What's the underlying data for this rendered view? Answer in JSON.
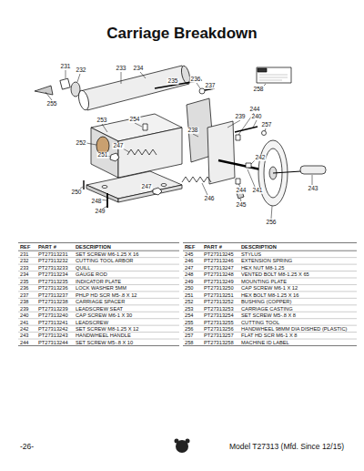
{
  "diagram": {
    "title": "Carriage Breakdown",
    "labels": [
      "231",
      "232",
      "233",
      "234",
      "235",
      "236",
      "237",
      "258",
      "255",
      "244",
      "239",
      "240",
      "257",
      "253",
      "254",
      "238",
      "252",
      "247",
      "251",
      "242",
      "243",
      "250",
      "247",
      "248",
      "246",
      "244",
      "241",
      "249",
      "245",
      "256",
      "REF",
      "PART #",
      "DESCRIPTION",
      "REF",
      "PART #",
      "DESCRIPTION",
      "231",
      "PT27313231",
      "SET SCREW M6-1.25 X 16",
      "232",
      "PT27313232",
      "CUTTING TOOL ARBOR",
      "233",
      "PT27313233",
      "QUILL",
      "234",
      "PT27313234",
      "GAUGE ROD",
      "235",
      "PT27313235",
      "INDICATOR PLATE",
      "236",
      "PT27313236",
      "LOCK WASHER 5MM",
      "237",
      "PT27313237",
      "PHLP HD SCR M5-.8 X 12",
      "238",
      "PT27313238",
      "CARRIAGE SPACER",
      "239",
      "PT27313239",
      "LEADSCREW SEAT",
      "240",
      "PT27313240",
      "CAP SCREW M6-1 X 30",
      "241",
      "PT27313241",
      "LEADSCREW",
      "242",
      "PT27313242",
      "SET SCREW M8-1.25 X 12",
      "243",
      "PT27313243",
      "HANDWHEEL HANDLE",
      "244",
      "PT27313244",
      "SET SCREW M5-.8 X 10",
      "245",
      "PT27313245",
      "STYLUS",
      "246",
      "PT27313246",
      "EXTENSION SPRING",
      "247",
      "PT27313247",
      "HEX NUT M8-1.25",
      "248",
      "PT27313248",
      "VENTED BOLT M8-1.25 X 65",
      "249",
      "PT27313249",
      "MOUNTING PLATE",
      "250",
      "PT27313250",
      "CAP SCREW M6-1 X 12",
      "251",
      "PT27313251",
      "HEX BOLT M8-1.25 X 16",
      "252",
      "PT27313252",
      "BUSHING (COPPER)",
      "253",
      "PT27313253",
      "CARRIAGE CASTING",
      "254",
      "PT27313254",
      "SET SCREW M5-.8 X 8",
      "255",
      "PT27313255",
      "CUTTING TOOL",
      "256",
      "PT27313256",
      "HANDWHEEL 98MM DIA DISHED (PLASTIC)",
      "257",
      "PT27313257",
      "FLAT HD SCR M6-1 X 8",
      "258",
      "PT27313258",
      "MACHINE ID LABEL",
      "-26-",
      "Model T27313 (Mfd. Since 12/15)"
    ]
  }
}
